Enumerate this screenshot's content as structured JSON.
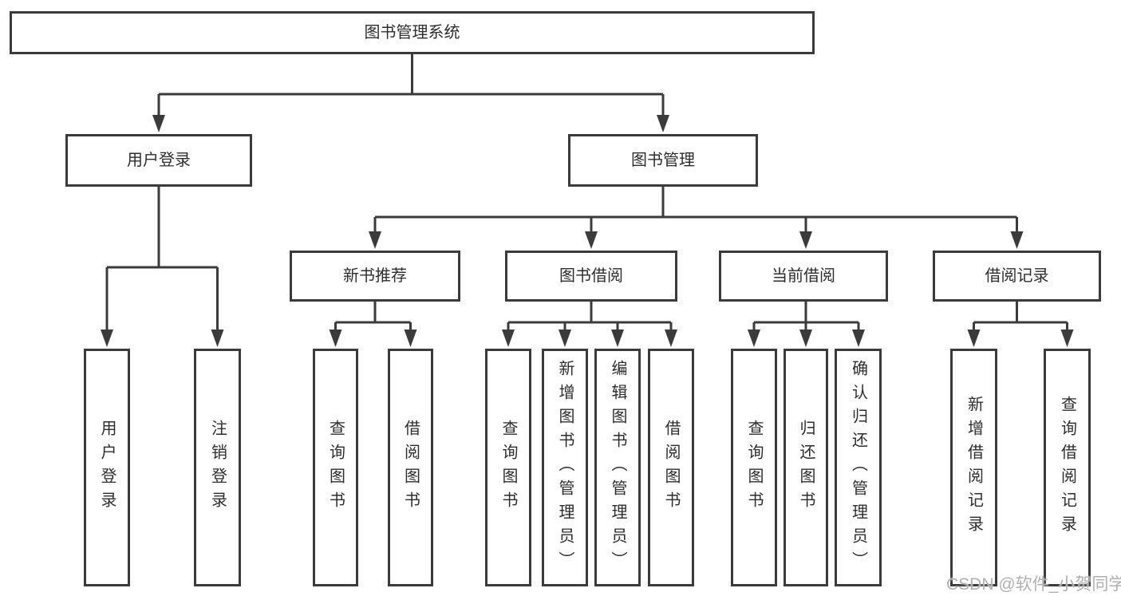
{
  "diagram": {
    "title": "图书管理系统",
    "level2": [
      {
        "label": "用户登录"
      },
      {
        "label": "图书管理"
      }
    ],
    "level3": [
      {
        "label": "新书推荐",
        "parent": "图书管理"
      },
      {
        "label": "图书借阅",
        "parent": "图书管理"
      },
      {
        "label": "当前借阅",
        "parent": "图书管理"
      },
      {
        "label": "借阅记录",
        "parent": "图书管理"
      }
    ],
    "level4": [
      {
        "label": "用户登录",
        "parent": "用户登录"
      },
      {
        "label": "注销登录",
        "parent": "用户登录"
      },
      {
        "label": "查询图书",
        "parent": "新书推荐"
      },
      {
        "label": "借阅图书",
        "parent": "新书推荐"
      },
      {
        "label": "查询图书",
        "parent": "图书借阅"
      },
      {
        "label": "新增图书（管理员）",
        "parent": "图书借阅"
      },
      {
        "label": "编辑图书（管理员）",
        "parent": "图书借阅"
      },
      {
        "label": "借阅图书",
        "parent": "图书借阅"
      },
      {
        "label": "查询图书",
        "parent": "当前借阅"
      },
      {
        "label": "归还图书",
        "parent": "当前借阅"
      },
      {
        "label": "确认归还（管理员）",
        "parent": "当前借阅"
      },
      {
        "label": "新增借阅记录",
        "parent": "借阅记录"
      },
      {
        "label": "查询借阅记录",
        "parent": "借阅记录"
      }
    ]
  },
  "watermark": {
    "text": "CSDN @软件_小贺同学"
  },
  "colors": {
    "line": "#3b3b3b",
    "text": "#2d2d2d",
    "background": "#ffffff",
    "watermark": "#b0b0b0"
  }
}
